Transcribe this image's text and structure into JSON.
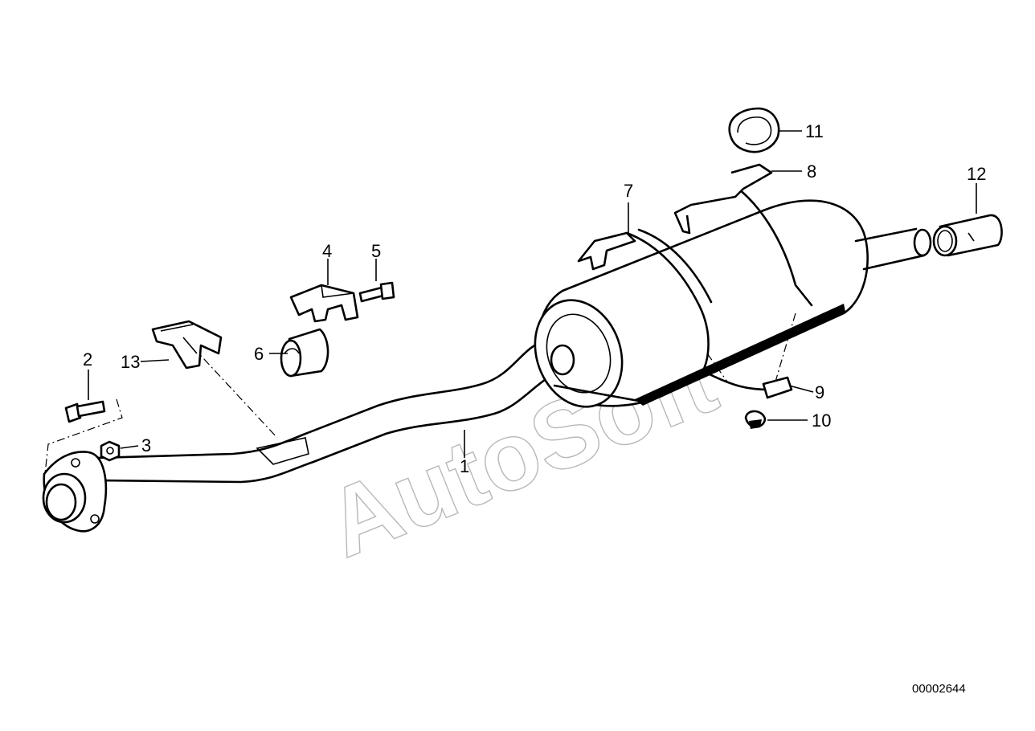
{
  "diagram": {
    "drawing_number": "00002644",
    "watermark": "AutoSoft",
    "callouts": [
      {
        "id": "c1",
        "label": "1"
      },
      {
        "id": "c2",
        "label": "2"
      },
      {
        "id": "c3",
        "label": "3"
      },
      {
        "id": "c4",
        "label": "4"
      },
      {
        "id": "c5",
        "label": "5"
      },
      {
        "id": "c6",
        "label": "6"
      },
      {
        "id": "c7",
        "label": "7"
      },
      {
        "id": "c8",
        "label": "8"
      },
      {
        "id": "c9",
        "label": "9"
      },
      {
        "id": "c10",
        "label": "10"
      },
      {
        "id": "c11",
        "label": "11"
      },
      {
        "id": "c12",
        "label": "12"
      },
      {
        "id": "c13",
        "label": "13"
      }
    ]
  }
}
